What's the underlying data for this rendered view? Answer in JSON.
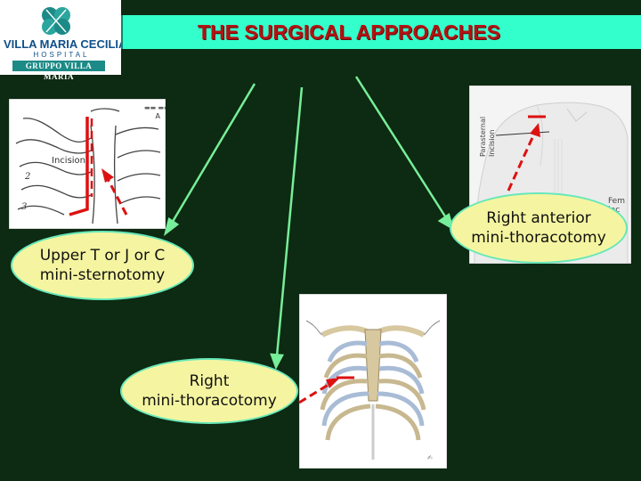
{
  "logo": {
    "name": "VILLA MARIA CECILIA",
    "subtitle": "HOSPITAL",
    "group": "GRUPPO VILLA MARIA"
  },
  "title": "THE SURGICAL APPROACHES",
  "illustrations": {
    "sternum": {
      "label": "Incision",
      "marker": "A",
      "numbers": [
        "2",
        "3"
      ]
    },
    "chest": {
      "label_line1": "Parasternal",
      "label_line2": "Incision",
      "side_text": "Fem\ninc"
    }
  },
  "approaches": [
    {
      "line1": "Upper T or J or C",
      "line2": "mini-sternotomy"
    },
    {
      "line1": "Right anterior",
      "line2": "mini-thoracotomy"
    },
    {
      "line1": "Right",
      "line2": "mini-thoracotomy"
    }
  ],
  "colors": {
    "background": "#0d2a12",
    "title_bar": "#33ffcc",
    "title_text": "#b31212",
    "bubble": "#f5f5a1",
    "arrow": "#77ee99",
    "marker": "#dd1111"
  }
}
